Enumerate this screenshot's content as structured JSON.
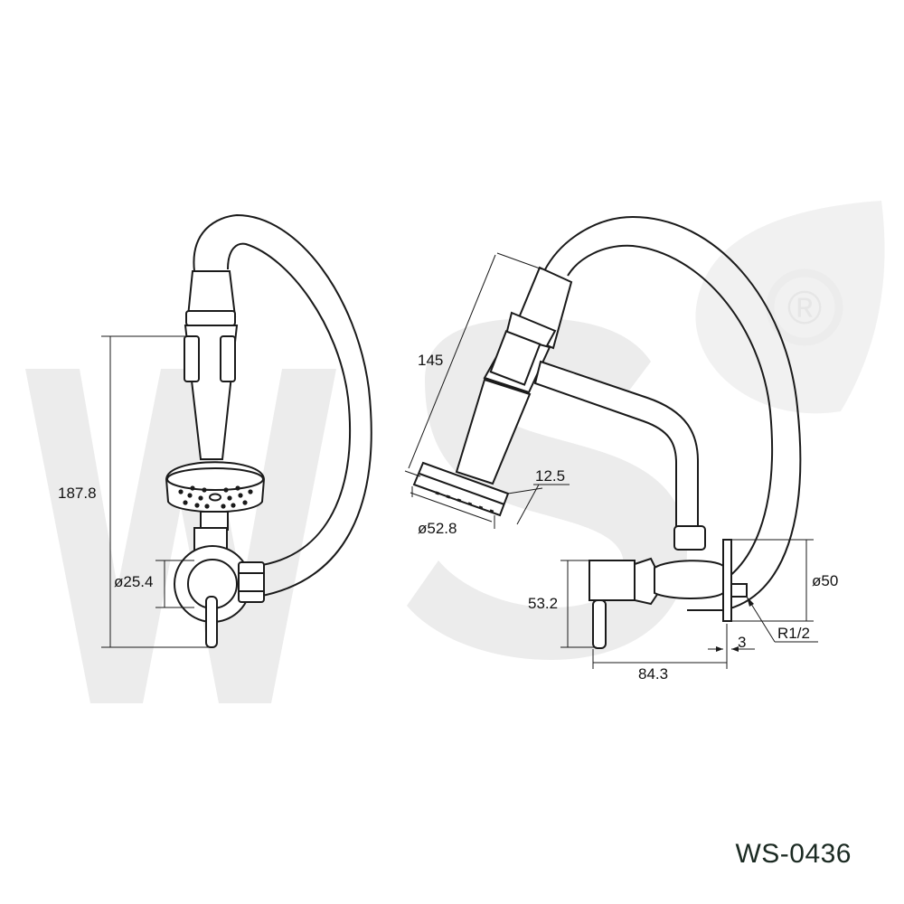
{
  "product_code": "WS-0436",
  "watermark": {
    "text": "WS",
    "mark": "®",
    "color": "#ececec"
  },
  "front_view": {
    "dimensions": {
      "height": "187.8",
      "body_diameter": "ø25.4"
    }
  },
  "side_view": {
    "dimensions": {
      "spray_length": "145",
      "head_thickness": "12.5",
      "head_diameter": "ø52.8",
      "body_height": "53.2",
      "flange_diameter": "ø50",
      "flange_thickness": "3",
      "depth": "84.3",
      "thread": "R1/2"
    }
  },
  "colors": {
    "line": "#1a1a1a",
    "fill": "#ffffff"
  }
}
